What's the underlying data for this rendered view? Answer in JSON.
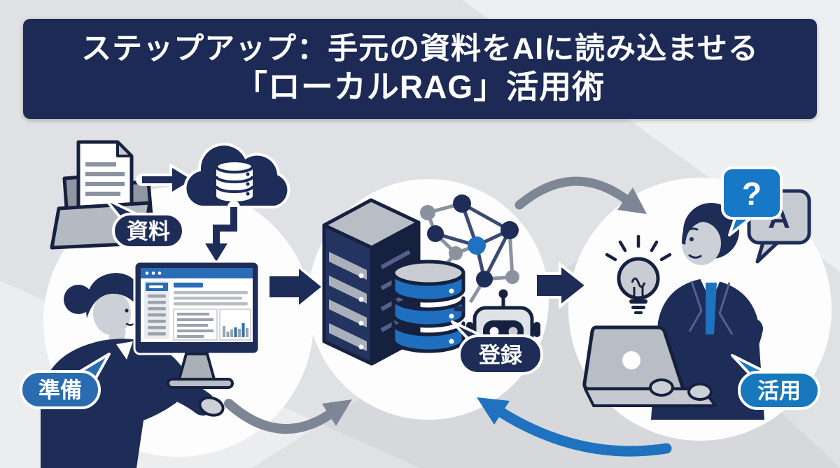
{
  "title": {
    "line1": "ステップアップ：手元の資料をAIに読み込ませる",
    "line2": "「ローカルRAG」活用術"
  },
  "steps": {
    "materials_label": "資料",
    "prepare_label": "準備",
    "register_label": "登録",
    "utilize_label": "活用"
  },
  "speech": {
    "question_mark": "?",
    "answer_letter": "A"
  },
  "colors": {
    "navy": "#1c2a55",
    "icon_navy": "#1e2c58",
    "blue_accent": "#1f72bf",
    "bubble_blue": "#2a6cb0",
    "bright_blue": "#1878c8",
    "gray": "#7d8694",
    "background": "#dfe1e4"
  }
}
